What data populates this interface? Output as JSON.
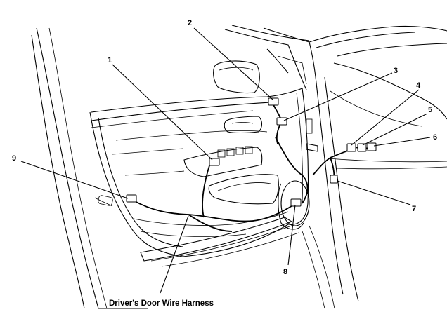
{
  "callouts": [
    {
      "id": "1",
      "text": "1"
    },
    {
      "id": "2",
      "text": "2"
    },
    {
      "id": "3",
      "text": "3"
    },
    {
      "id": "4",
      "text": "4"
    },
    {
      "id": "5",
      "text": "5"
    },
    {
      "id": "6",
      "text": "6"
    },
    {
      "id": "7",
      "text": "7"
    },
    {
      "id": "8",
      "text": "8"
    },
    {
      "id": "9",
      "text": "9"
    }
  ],
  "caption": "Driver's Door Wire Harness"
}
